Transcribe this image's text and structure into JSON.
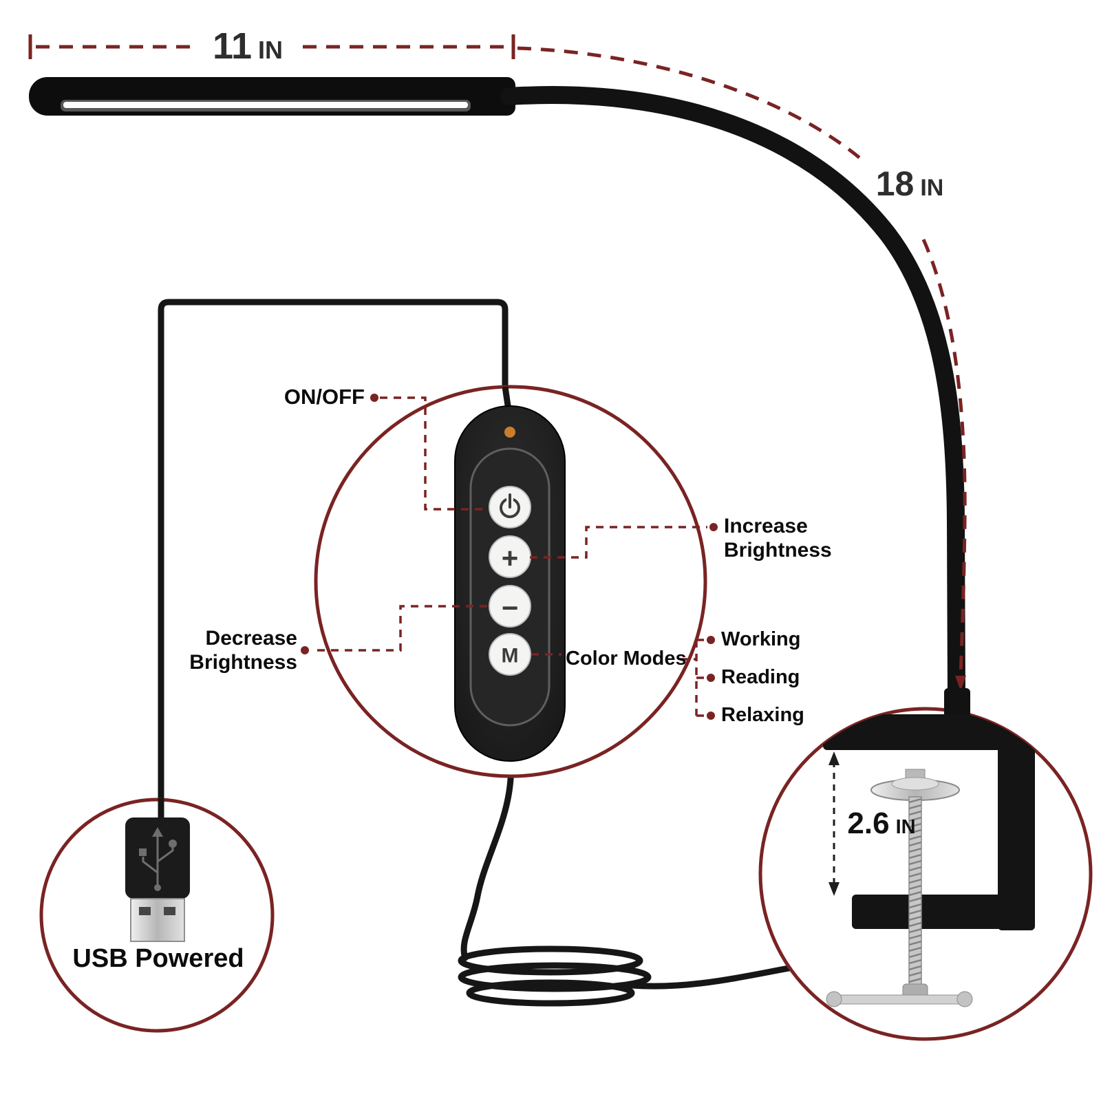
{
  "dimensions": {
    "head": {
      "value": "11",
      "unit": "IN"
    },
    "neck": {
      "value": "18",
      "unit": "IN"
    },
    "clamp": {
      "value": "2.6",
      "unit": "IN"
    }
  },
  "remote": {
    "power_label": "ON/OFF",
    "increase_label": "Increase\nBrightness",
    "decrease_label": "Decrease\nBrightness",
    "color_modes_label": "Color Modes",
    "modes": [
      "Working",
      "Reading",
      "Relaxing"
    ],
    "buttons": {
      "plus": "+",
      "minus": "−",
      "mode": "M"
    }
  },
  "usb": {
    "label": "USB Powered"
  },
  "colors": {
    "accent": "#7a2323",
    "lamp_body": "#141414",
    "indicator_led": "#c97e2b"
  }
}
